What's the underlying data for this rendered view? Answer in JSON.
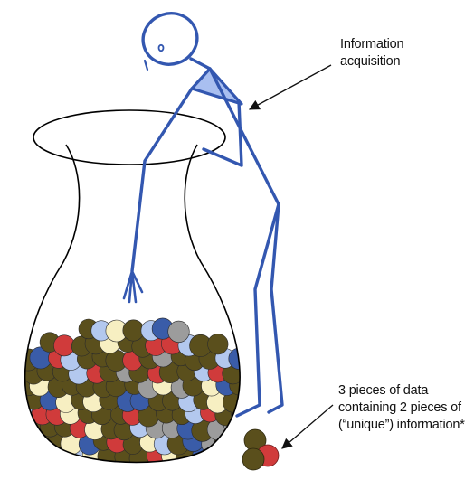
{
  "annotations": {
    "information_acquisition": [
      "Information",
      "acquisition"
    ],
    "data_note": [
      "3 pieces of data",
      "containing 2 pieces of",
      "(“unique”) information*"
    ]
  },
  "colors": {
    "figure_stroke": "#3357b0",
    "figure_fill": "#a9bff0",
    "vase_stroke": "#000000",
    "ball_palette": [
      "#5a4f1c",
      "#b3c8ee",
      "#3a5ca8",
      "#d03b3b",
      "#9c9c9c",
      "#f7efc2"
    ]
  },
  "icons": {
    "figure": "stick-figure-icon",
    "vase": "vase-icon",
    "balls": "data-ball-icon"
  }
}
